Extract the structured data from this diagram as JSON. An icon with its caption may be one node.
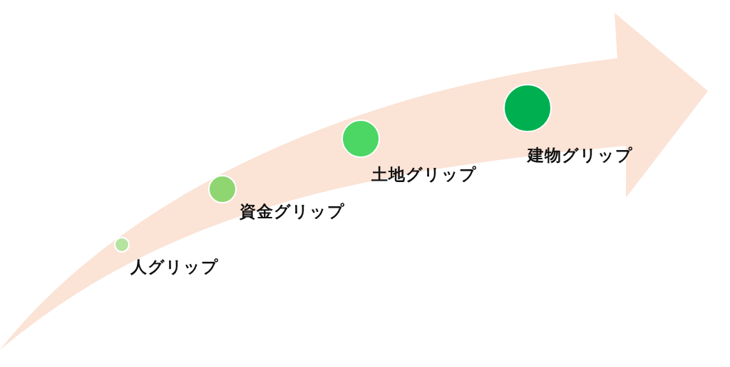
{
  "diagram": {
    "nodes": [
      {
        "text": [],
        "shape": "circle",
        "beside": [
          "人グリップ"
        ]
      },
      {
        "text": [],
        "shape": "circle",
        "beside": [
          "資金グリップ"
        ]
      },
      {
        "text": [],
        "shape": "circle",
        "beside": [
          "土地グリップ"
        ]
      },
      {
        "text": [],
        "shape": "circle",
        "beside": [
          "建物グリップ"
        ]
      }
    ]
  }
}
